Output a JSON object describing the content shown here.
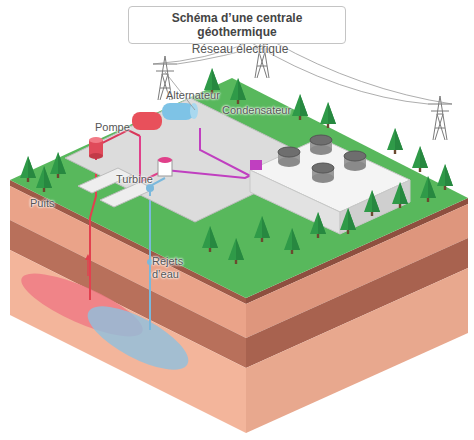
{
  "diagram": {
    "title": "Schéma d’une centrale géothermique",
    "labels": [
      "Réseau électrique",
      "Pompe",
      "Alternateur",
      "Condensateur",
      "Turbine",
      "Puits",
      "Rejets d’eau"
    ]
  }
}
